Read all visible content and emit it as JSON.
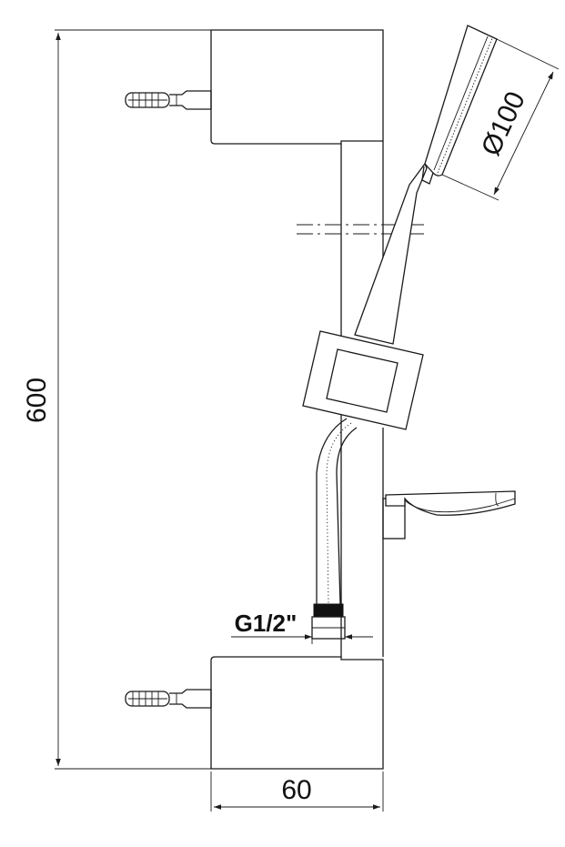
{
  "dimensions": {
    "height_label": "600",
    "width_label": "60",
    "head_diameter_label": "Ø100",
    "thread_label": "G1/2\""
  },
  "colors": {
    "line": "#1a1a1a",
    "background": "#ffffff"
  }
}
